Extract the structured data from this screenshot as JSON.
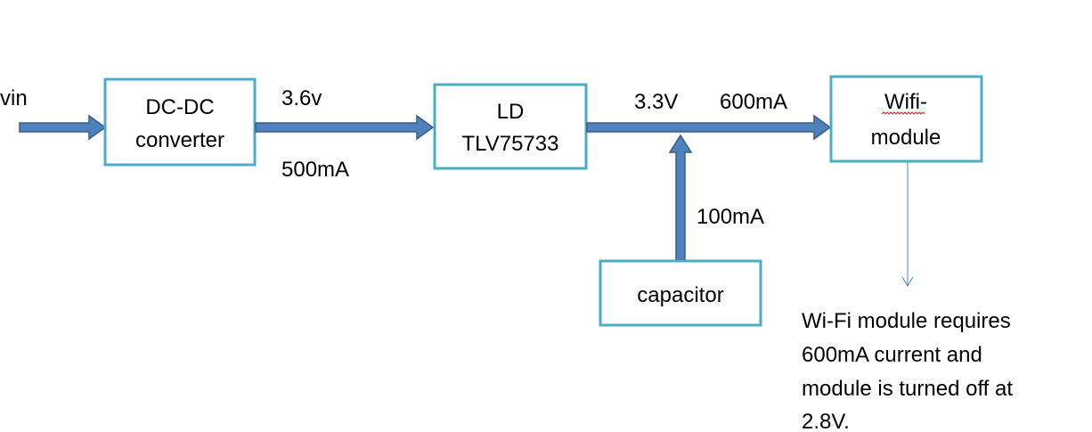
{
  "colors": {
    "block_border": "#4bacc6",
    "arrow_fill": "#4f81bd",
    "arrow_stroke": "#385d8a",
    "text": "#000000",
    "spell_underline": "#e02020"
  },
  "labels": {
    "vin": "vin",
    "v_dcdc_out": "3.6v",
    "i_dcdc_out": "500mA",
    "v_ldo_out": "3.3V",
    "i_wifi": "600mA",
    "i_cap": "100mA"
  },
  "blocks": {
    "dcdc": {
      "line1": "DC-DC",
      "line2": "converter"
    },
    "ldo": {
      "line1": "LD",
      "line2": "TLV75733"
    },
    "wifi": {
      "line1": "Wifi-",
      "line2": "module"
    },
    "capacitor": {
      "line1": "capacitor"
    }
  },
  "note": {
    "lines": [
      "Wi-Fi module requires",
      "600mA current and",
      "module is turned off at",
      "2.8V."
    ]
  }
}
